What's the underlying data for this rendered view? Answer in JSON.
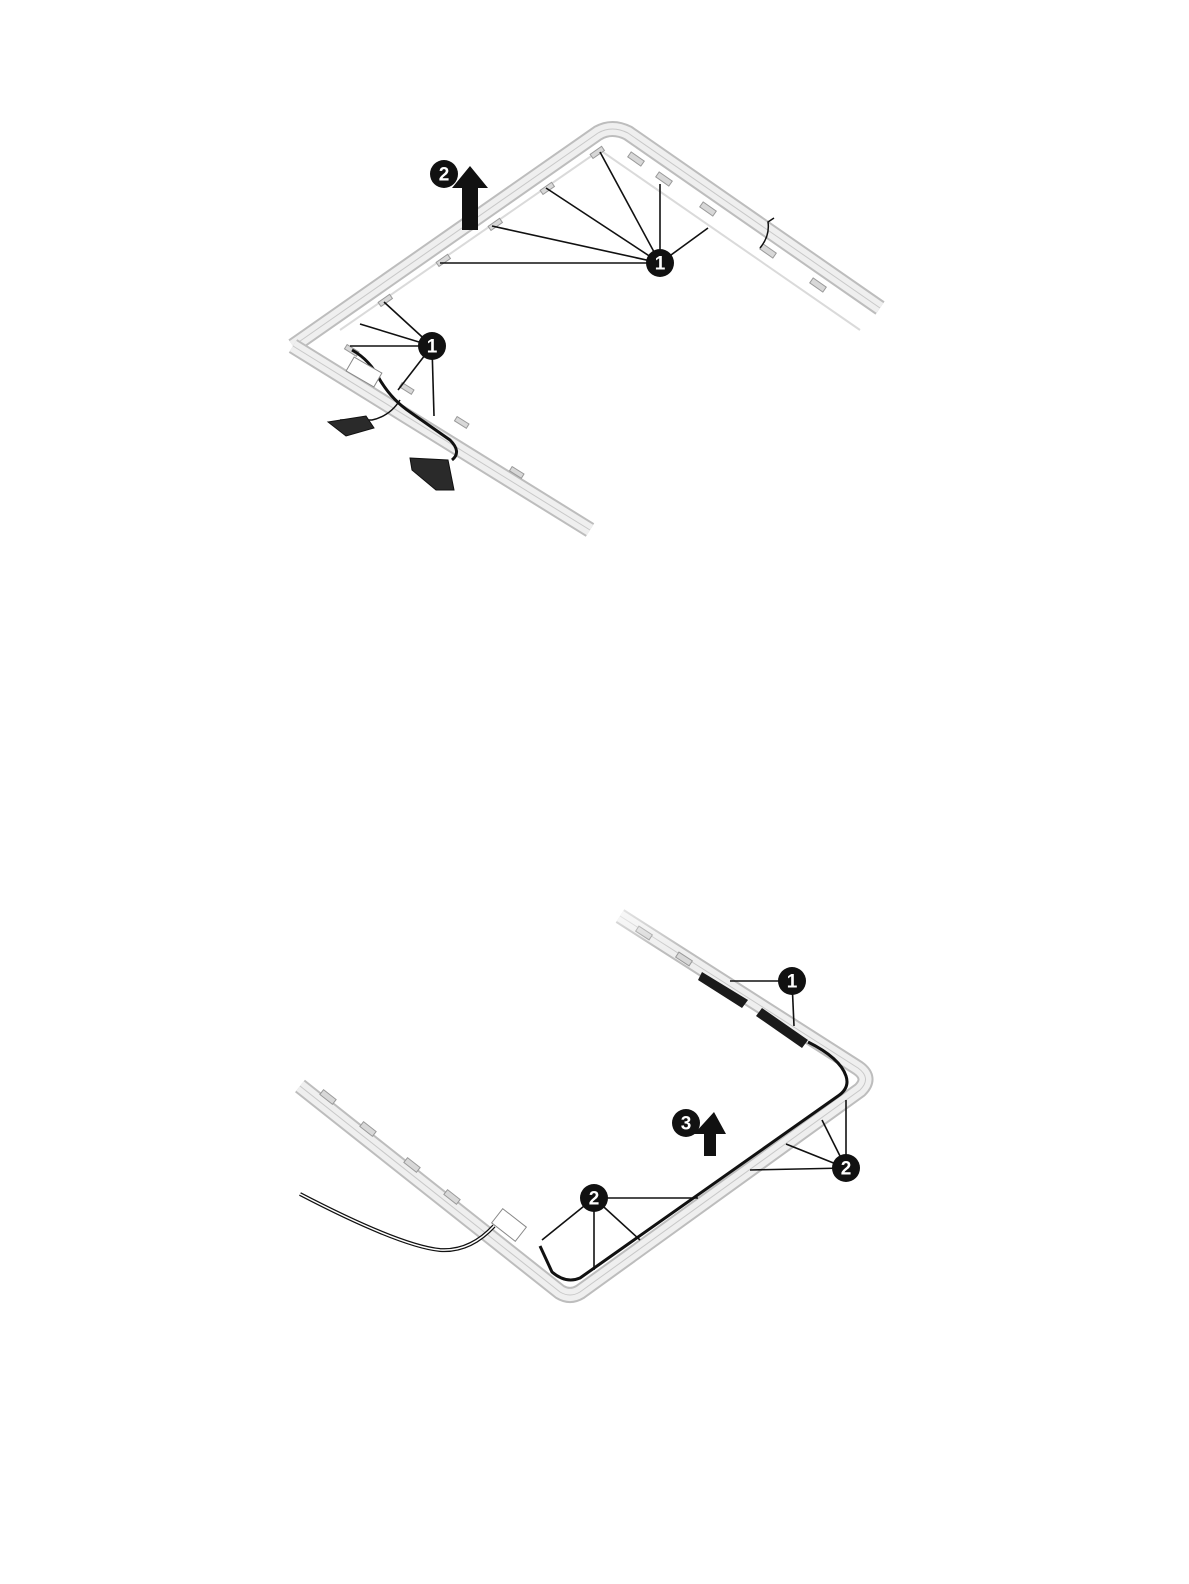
{
  "figures": [
    {
      "id": "top",
      "callouts": [
        {
          "id": "c1a",
          "label": "1"
        },
        {
          "id": "c1b",
          "label": "1"
        },
        {
          "id": "c2",
          "label": "2"
        }
      ]
    },
    {
      "id": "bottom",
      "callouts": [
        {
          "id": "c1",
          "label": "1"
        },
        {
          "id": "c2a",
          "label": "2"
        },
        {
          "id": "c2b",
          "label": "2"
        },
        {
          "id": "c3",
          "label": "3"
        }
      ]
    }
  ],
  "colors": {
    "frame_outer": "#bdbdbd",
    "frame_inner": "#e6e6e6",
    "line": "#111111",
    "callout_fill": "#111111",
    "callout_text": "#ffffff"
  }
}
